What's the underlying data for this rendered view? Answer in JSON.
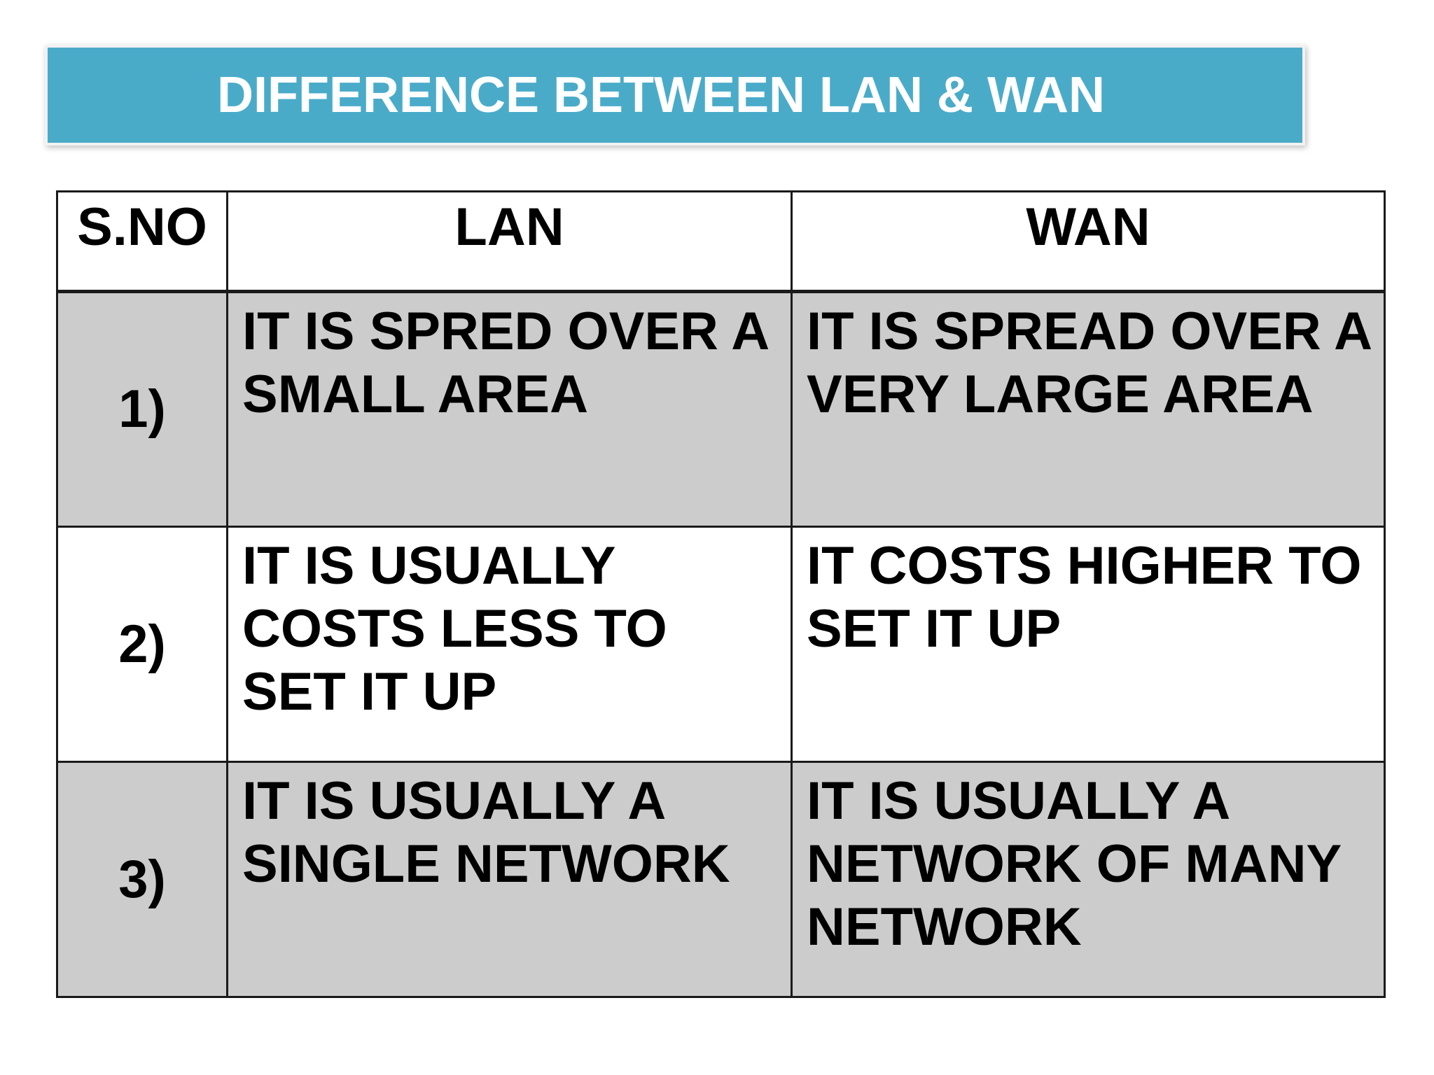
{
  "title": "DIFFERENCE BETWEEN LAN & WAN",
  "colors": {
    "banner": "#4aabc9",
    "banner_text": "#ffffff",
    "row_shaded": "#cccccc",
    "row_plain": "#ffffff"
  },
  "table": {
    "headers": {
      "sno": "S.NO",
      "lan": "LAN",
      "wan": "WAN"
    },
    "rows": [
      {
        "sno": "1)",
        "lan": "IT IS SPRED OVER A SMALL AREA",
        "wan": "IT IS SPREAD OVER A VERY LARGE AREA"
      },
      {
        "sno": "2)",
        "lan": "IT IS USUALLY COSTS LESS TO SET IT UP",
        "wan": "IT COSTS  HIGHER TO SET IT UP"
      },
      {
        "sno": "3)",
        "lan": "IT IS USUALLY A SINGLE NETWORK",
        "wan": "IT IS USUALLY A NETWORK OF MANY NETWORK"
      }
    ]
  }
}
